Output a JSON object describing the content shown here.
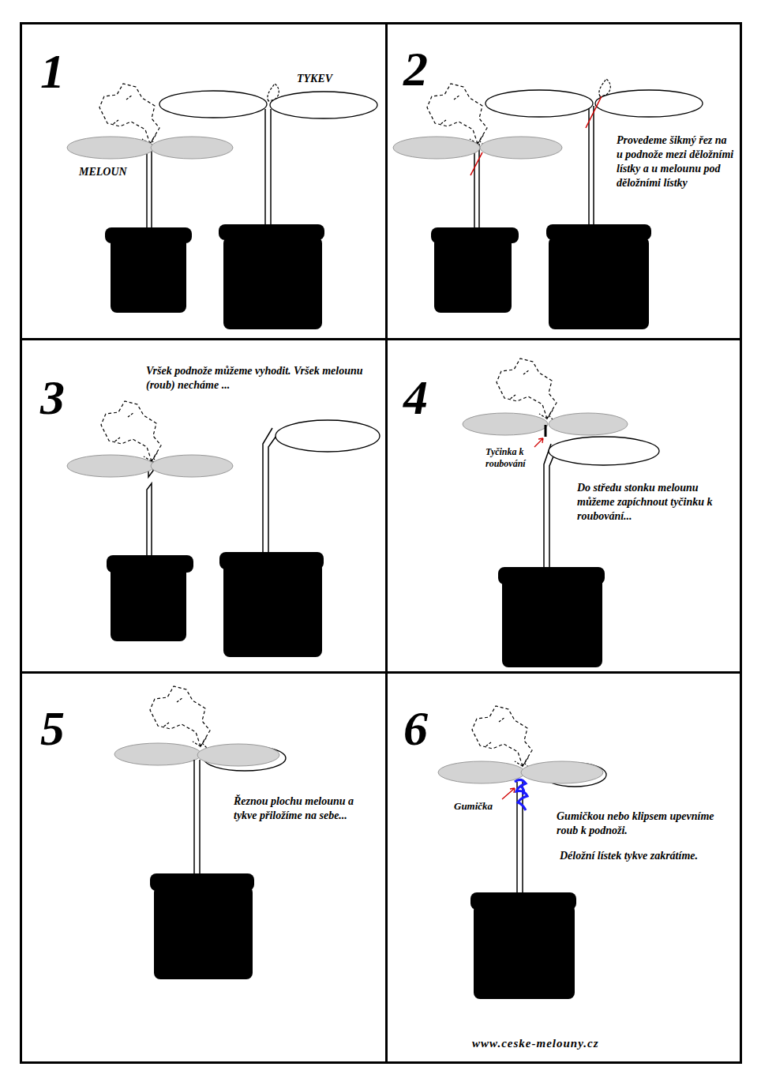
{
  "diagram": {
    "nodes": [
      {
        "text": [
          "1",
          "MELOUN",
          "TYKEV"
        ]
      },
      {
        "text": [
          "2",
          "Provedeme šikmý řez na u podnože mezi děložními lístky a u melounu pod děložními lístky"
        ]
      },
      {
        "text": [
          "3",
          "Vršek podnože můžeme vyhodit. Vršek melounu (roub) necháme ..."
        ]
      },
      {
        "text": [
          "4",
          "Tyčinka k roubování",
          "Do středu stonku melounu můžeme zapíchnout tyčinku k roubování..."
        ]
      },
      {
        "text": [
          "5",
          "Řeznou plochu melounu a tykve přiložíme na sebe..."
        ]
      },
      {
        "text": [
          "6",
          "Gumička",
          "Gumičkou nebo klipsem upevníme roub k podnoži.",
          "Déložní lístek tykve zakrátíme."
        ]
      }
    ],
    "labels": [
      "www.ceske-melouny.cz"
    ]
  }
}
